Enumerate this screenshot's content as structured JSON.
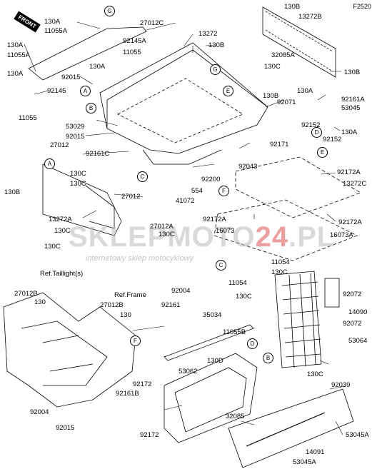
{
  "diagram": {
    "code": "F2520",
    "direction_label": "FRONT",
    "watermark": {
      "brand_main": "SKLEPMOTO",
      "brand_accent": "24",
      "brand_suffix": ".PL",
      "tagline": "internetowy sklep motocyklowy"
    },
    "callouts": [
      "130A",
      "11055A",
      "27012C",
      "92145A",
      "11055",
      "13272",
      "130B",
      "130A",
      "11055A",
      "130A",
      "92145",
      "11055",
      "92015",
      "130A",
      "53029",
      "92015",
      "130B",
      "27012",
      "92161C",
      "130C",
      "130C",
      "27012",
      "130B",
      "13272A",
      "130C",
      "130C",
      "27012A",
      "130C",
      "Ref.Taillight(s)",
      "554",
      "41072",
      "92200",
      "92043",
      "92171",
      "92071",
      "13272B",
      "32085A",
      "130C",
      "130B",
      "130A",
      "92161A",
      "53045",
      "92152",
      "92152",
      "130A",
      "130B",
      "92172A",
      "13272C",
      "92172A",
      "16073",
      "92172A",
      "16073A",
      "11054",
      "130C",
      "11054",
      "130C",
      "92004",
      "92161",
      "35034",
      "11055B",
      "130D",
      "53062",
      "92172",
      "92172",
      "32085",
      "92072",
      "14090",
      "92072",
      "53064",
      "130C",
      "92039",
      "53045A",
      "14091",
      "53045A",
      "27012B",
      "130",
      "27012B",
      "130",
      "Ref.Frame",
      "92161B",
      "92004",
      "92015"
    ],
    "markers": [
      "G",
      "G",
      "A",
      "B",
      "E",
      "C",
      "F",
      "A",
      "E",
      "D",
      "C",
      "D",
      "B",
      "F"
    ]
  }
}
